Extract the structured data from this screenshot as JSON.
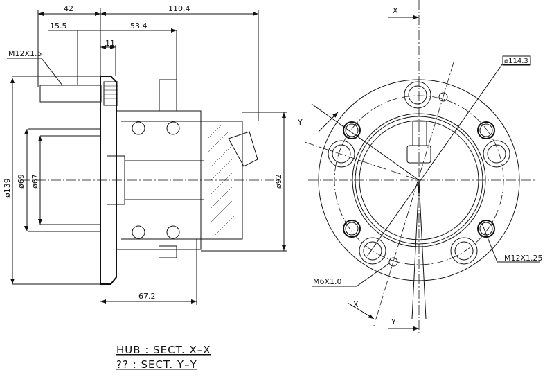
{
  "drawing": {
    "side_view": {
      "dimensions": {
        "overall_width": "42",
        "total_length": "110.4",
        "stud_offset": "15.5",
        "flange_to_end": "53.4",
        "flange_thickness": "11",
        "stud_thread": "M12X1.5",
        "flange_dia": "ø139",
        "pilot_dia": "ø69",
        "pilot_inner_dia": "ø67",
        "bearing_dia": "ø92",
        "hub_length": "67.2"
      }
    },
    "front_view": {
      "section_x_label": "X",
      "section_y_label": "Y",
      "bolt_circle": "ø114.3",
      "screw_hole_thread": "M6X1.0",
      "stud_thread": "M12X1.25"
    },
    "titles": [
      "HUB : SECT. X–X",
      "?? : SECT. Y–Y"
    ]
  }
}
